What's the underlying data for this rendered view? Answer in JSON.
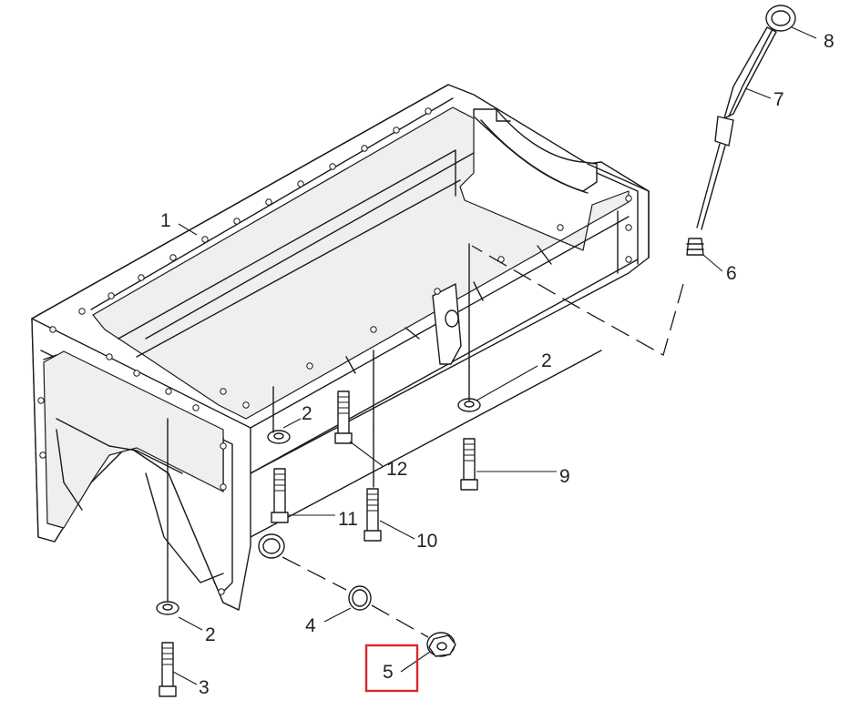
{
  "callouts": {
    "c1": "1",
    "c2a": "2",
    "c2b": "2",
    "c2c": "2",
    "c3": "3",
    "c4": "4",
    "c5": "5",
    "c6": "6",
    "c7": "7",
    "c8": "8",
    "c9": "9",
    "c10": "10",
    "c11": "11",
    "c12": "12"
  },
  "highlight": {
    "callout": "5",
    "color": "#d9262c"
  }
}
